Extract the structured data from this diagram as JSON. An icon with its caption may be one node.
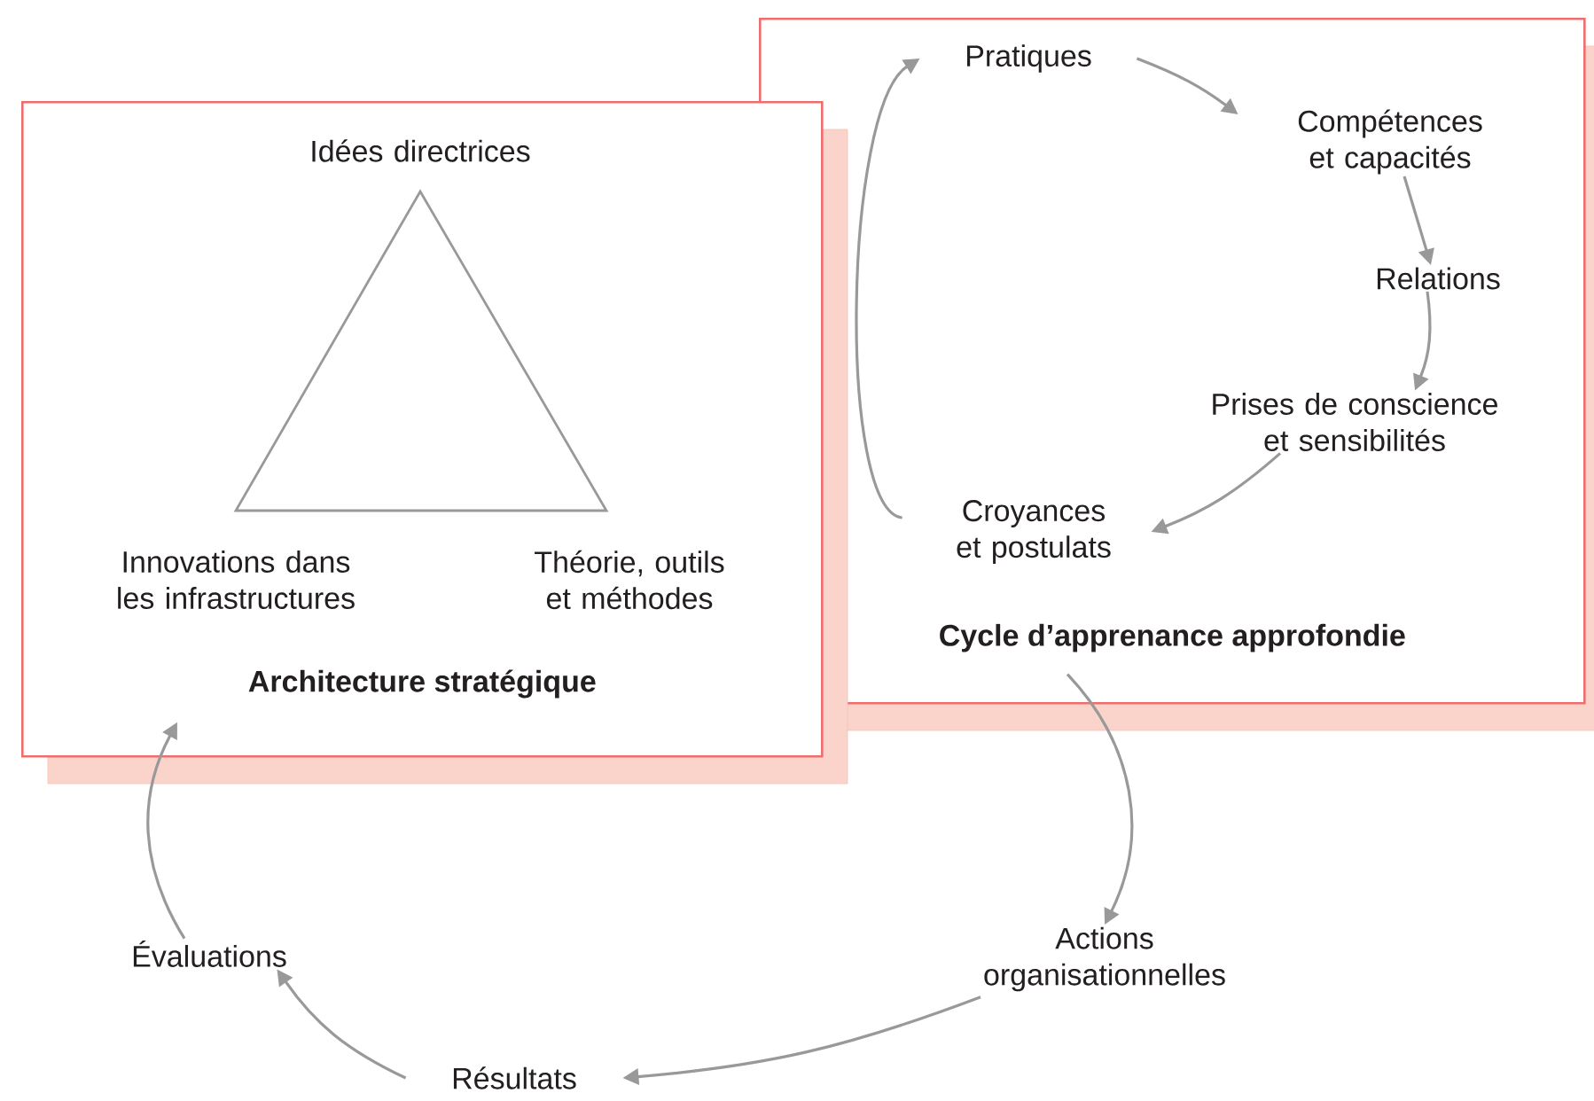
{
  "diagram": {
    "nodes": [
      {
        "text": [
          "Architecture stratégique"
        ]
      },
      {
        "text": [
          "Idées directrices"
        ],
        "in": 0
      },
      {
        "text": [
          "Innovations dans les infrastructures"
        ],
        "in": 0
      },
      {
        "text": [
          "Théorie, outils et méthodes"
        ],
        "in": 0
      },
      {
        "text": [
          "Cycle d’apprenance approfondie"
        ]
      },
      {
        "text": [
          "Pratiques"
        ],
        "in": 4
      },
      {
        "text": [
          "Compétences et capacités"
        ],
        "in": 4
      },
      {
        "text": [
          "Relations"
        ],
        "in": 4
      },
      {
        "text": [
          "Prises de conscience et sensibilités"
        ],
        "in": 4
      },
      {
        "text": [
          "Croyances et postulats"
        ],
        "in": 4
      },
      {
        "text": [
          "Actions organisationnelles"
        ]
      },
      {
        "text": [
          "Résultats"
        ]
      },
      {
        "text": [
          "Évaluations"
        ]
      }
    ],
    "edges": [
      {
        "from": 9,
        "to": 5,
        "arrow": "to"
      },
      {
        "from": 5,
        "to": 6,
        "arrow": "to"
      },
      {
        "from": 6,
        "to": 7,
        "arrow": "to"
      },
      {
        "from": 7,
        "to": 8,
        "arrow": "to"
      },
      {
        "from": 8,
        "to": 9,
        "arrow": "to"
      },
      {
        "from": 4,
        "to": 10,
        "arrow": "to"
      },
      {
        "from": 10,
        "to": 11,
        "arrow": "to"
      },
      {
        "from": 11,
        "to": 12,
        "arrow": "to"
      },
      {
        "from": 12,
        "to": 0,
        "arrow": "to"
      }
    ]
  }
}
